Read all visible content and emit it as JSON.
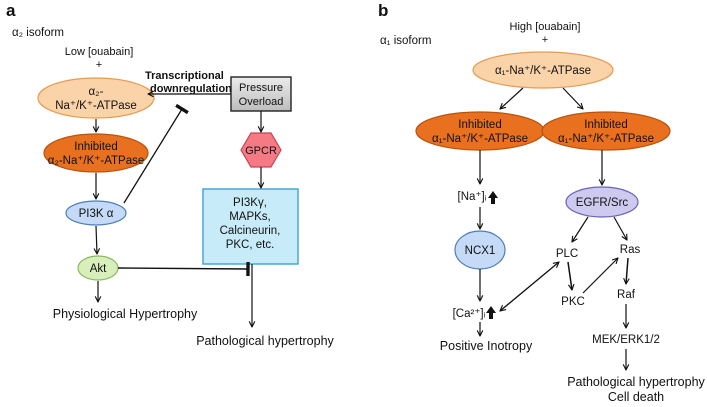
{
  "panel_a": {
    "letter": "a",
    "isoform_label": "α₂ isoform",
    "condition_line1": "Low [ouabain]",
    "condition_line2": "+",
    "atpase_line1": "α₂-",
    "atpase_line2": "Na⁺/K⁺-ATPase",
    "inhibited_line1": "Inhibited",
    "inhibited_line2": "α₂-Na⁺/K⁺-ATPase",
    "pi3k": "PI3K α",
    "akt": "Akt",
    "physiological": "Physiological Hypertrophy",
    "transcriptional_line1": "Transcriptional",
    "transcriptional_line2": "downregulation",
    "pressure_line1": "Pressure",
    "pressure_line2": "Overload",
    "gpcr": "GPCR",
    "kinases_line1": "PI3Kγ,",
    "kinases_line2": "MAPKs,",
    "kinases_line3": "Calcineurin,",
    "kinases_line4": "PKC, etc.",
    "pathological": "Pathological hypertrophy"
  },
  "panel_b": {
    "letter": "b",
    "isoform_label": "α₁ isoform",
    "condition_line1": "High [ouabain]",
    "condition_line2": "+",
    "atpase": "α₁-Na⁺/K⁺-ATPase",
    "inhibited_left_line1": "Inhibited",
    "inhibited_left_line2": "α₁-Na⁺/K⁺-ATPase",
    "inhibited_right_line1": "Inhibited",
    "inhibited_right_line2": "α₁-Na⁺/K⁺-ATPase",
    "na": "[Na⁺]ᵢ",
    "ncx1": "NCX1",
    "ca": "[Ca²⁺]ᵢ",
    "inotropy": "Positive Inotropy",
    "egfr": "EGFR/Src",
    "plc": "PLC",
    "ras": "Ras",
    "pkc": "PKC",
    "raf": "Raf",
    "mek": "MEK/ERK1/2",
    "outcome_line1": "Pathological hypertrophy",
    "outcome_line2": "Cell death"
  },
  "colors": {
    "peach_fill": "#fbd3a8",
    "peach_stroke": "#e59b52",
    "orange_fill": "#e8701e",
    "orange_stroke": "#b85410",
    "blue_fill": "#c4daf6",
    "blue_stroke": "#4a7ec0",
    "green_fill": "#d9efbb",
    "green_stroke": "#8bb860",
    "pink_fill": "#f57a85",
    "pink_stroke": "#c9424f",
    "cyan_fill": "#c7ebf8",
    "cyan_stroke": "#3ba4cf",
    "lavender_fill": "#cdc9ef",
    "lavender_stroke": "#6a63b8",
    "gray_fill": "#d4d4d4"
  }
}
